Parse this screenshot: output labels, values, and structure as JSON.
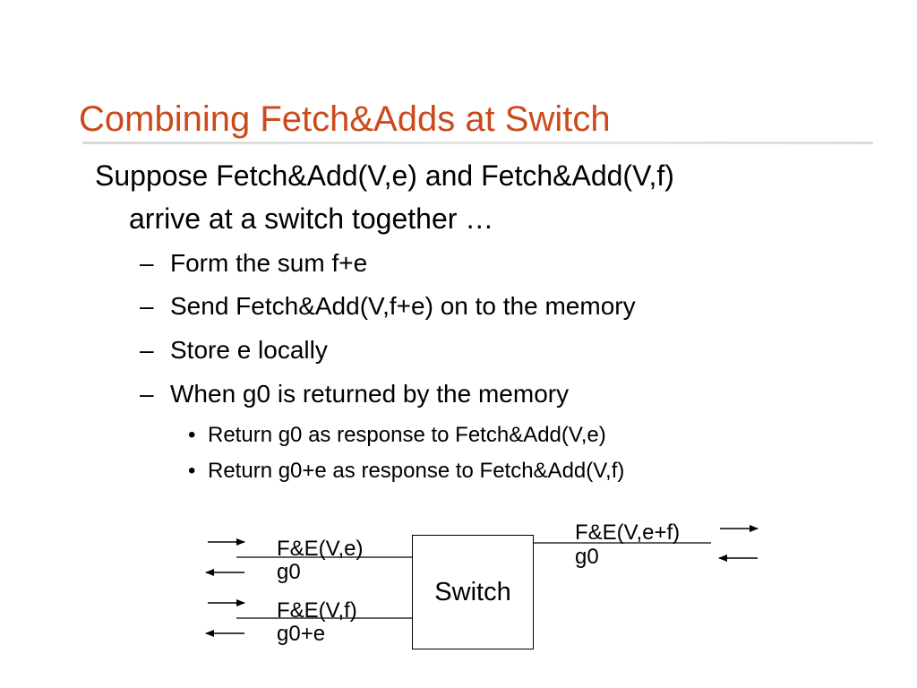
{
  "slide": {
    "title": "Combining Fetch&Adds at Switch",
    "title_color": "#cc4a1a",
    "main_bullet": {
      "line1": "Suppose Fetch&Add(V,e) and Fetch&Add(V,f)",
      "line2": "arrive at a switch together …"
    },
    "sub_bullets": [
      "Form the sum f+e",
      "Send Fetch&Add(V,f+e) on to the memory",
      "Store e locally",
      "When g0 is returned by the memory"
    ],
    "sub_sub_bullets": [
      "Return g0 as response to Fetch&Add(V,e)",
      "Return g0+e as response to Fetch&Add(V,f)"
    ],
    "dash_marker": "–",
    "dot_marker": "•"
  },
  "diagram": {
    "switch_label": "Switch",
    "left_upper": {
      "request": "F&E(V,e)",
      "response": "g0"
    },
    "left_lower": {
      "request": "F&E(V,f)",
      "response": "g0+e"
    },
    "right": {
      "request": "F&E(V,e+f)",
      "response": "g0"
    }
  }
}
